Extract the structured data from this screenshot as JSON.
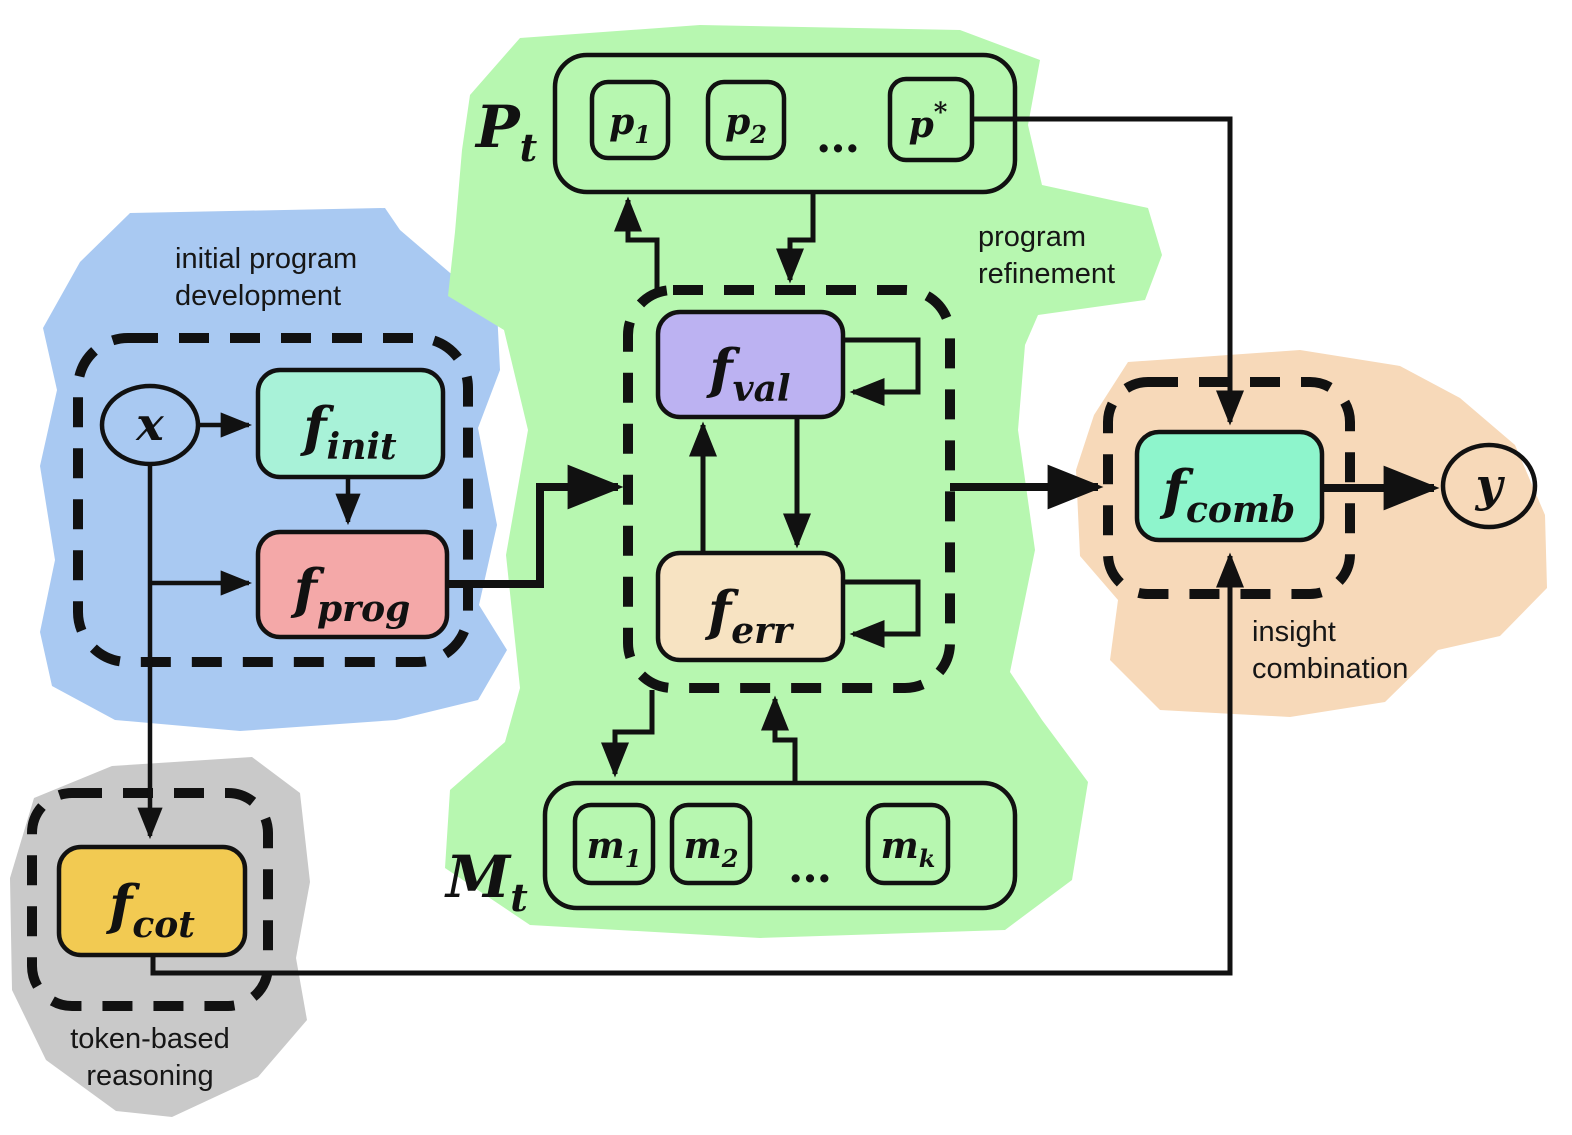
{
  "colors": {
    "ink": "#111111",
    "blue_region": "#a9c9f2",
    "green_region": "#b7f7b0",
    "orange_region": "#f7d9b9",
    "gray_region": "#c9c9c9",
    "f_init_fill": "#a8f2d8",
    "f_prog_fill": "#f4a8a8",
    "f_val_fill": "#bcb2f2",
    "f_err_fill": "#f7e3c2",
    "f_comb_fill": "#8ef5cc",
    "f_cot_fill": "#f2ca52"
  },
  "regions": {
    "initial_program_development": {
      "line1": "initial program",
      "line2": "development"
    },
    "program_refinement": {
      "line1": "program",
      "line2": "refinement"
    },
    "insight_combination": {
      "line1": "insight",
      "line2": "combination"
    },
    "token_based_reasoning": {
      "line1": "token-based",
      "line2": "reasoning"
    }
  },
  "nodes": {
    "x": {
      "label": "x"
    },
    "y": {
      "label": "y"
    },
    "f_init": {
      "base": "f",
      "sub": "init"
    },
    "f_prog": {
      "base": "f",
      "sub": "prog"
    },
    "f_val": {
      "base": "f",
      "sub": "val"
    },
    "f_err": {
      "base": "f",
      "sub": "err"
    },
    "f_comb": {
      "base": "f",
      "sub": "comb"
    },
    "f_cot": {
      "base": "f",
      "sub": "cot"
    }
  },
  "program_pool": {
    "label": {
      "base": "P",
      "sub": "t"
    },
    "items": [
      {
        "base": "p",
        "sub": "1"
      },
      {
        "base": "p",
        "sub": "2"
      },
      {
        "base": "p",
        "sup": "*"
      }
    ],
    "ellipsis": "…"
  },
  "memory_pool": {
    "label": {
      "base": "M",
      "sub": "t"
    },
    "items": [
      {
        "base": "m",
        "sub": "1"
      },
      {
        "base": "m",
        "sub": "2"
      },
      {
        "base": "m",
        "sub": "k"
      }
    ],
    "ellipsis": "…"
  }
}
